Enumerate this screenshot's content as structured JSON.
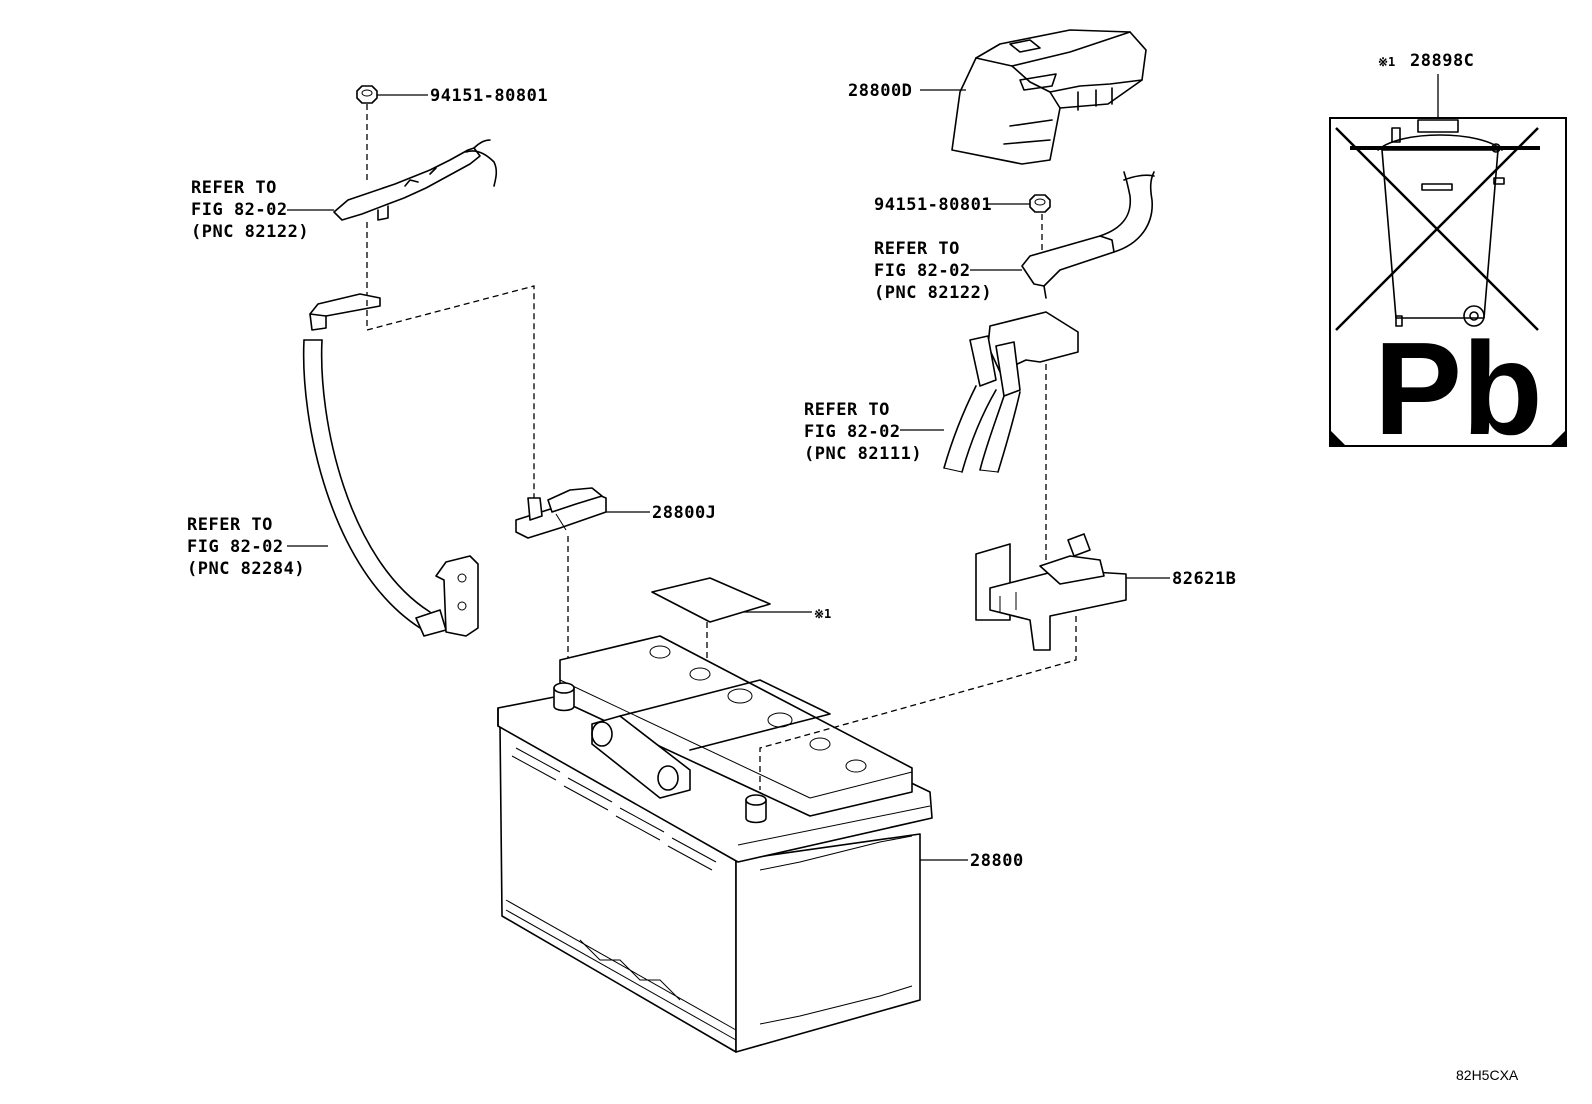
{
  "diagram": {
    "code": "82H5CXA",
    "note_mark": "※1",
    "labels": {
      "nut_top_left": "94151-80801",
      "refer_cable_a_1": "REFER TO",
      "refer_cable_a_2": "FIG 82-02",
      "refer_cable_a_3": "(PNC 82122)",
      "refer_ground_1": "REFER TO",
      "refer_ground_2": "FIG 82-02",
      "refer_ground_3": "(PNC 82284)",
      "clamp": "28800J",
      "sticker_mark": "※1",
      "battery": "28800",
      "cover": "28800D",
      "nut_right": "94151-80801",
      "refer_cable_b_1": "REFER TO",
      "refer_cable_b_2": "FIG 82-02",
      "refer_cable_b_3": "(PNC 82122)",
      "refer_harness_1": "REFER TO",
      "refer_harness_2": "FIG 82-02",
      "refer_harness_3": "(PNC 82111)",
      "terminal_block": "82621B",
      "recycle_label_mark": "※1",
      "recycle_label": "28898C",
      "lead_symbol": "Pb"
    }
  }
}
